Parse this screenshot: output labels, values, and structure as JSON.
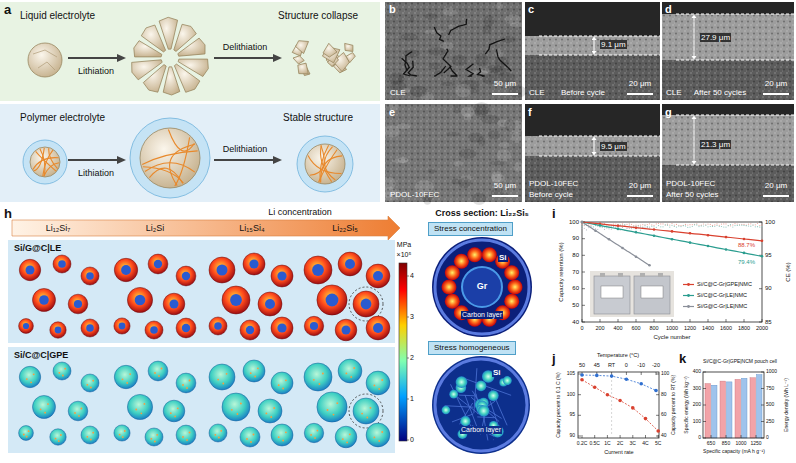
{
  "diagram": {
    "nodes": [
      {
        "text": [
          "Liquid electrolyte",
          "Lithiation",
          "Delithiation",
          "Structure collapse"
        ]
      },
      {
        "text": [
          "Polymer electrolyte",
          "Lithiation",
          "Delithiation",
          "Stable structure"
        ]
      },
      {
        "text": [
          "Si/G@C|LE"
        ]
      },
      {
        "text": [
          "Si/C@C|GPE"
        ]
      },
      {
        "text": [
          "Stress concentration"
        ]
      },
      {
        "text": [
          "Si",
          "Gr",
          "Carbon layer"
        ]
      },
      {
        "text": [
          "Stress homogeneous"
        ]
      },
      {
        "text": [
          "Si",
          "Carbon layer"
        ]
      }
    ],
    "labels": [
      "a",
      "b",
      "c",
      "d",
      "e",
      "f",
      "g",
      "CLE",
      "50 μm",
      "9.1 μm",
      "CLE",
      "Before cycle",
      "20 μm",
      "27.9 μm",
      "CLE",
      "After 50 cycles",
      "20 μm",
      "PDOL-10FEC",
      "50 μm",
      "9.5 μm",
      "PDOL-10FEC",
      "Before cycle",
      "20 μm",
      "21.3 μm",
      "PDOL-10FEC",
      "After 50 cycles",
      "20 μm",
      "h",
      "Li concentration",
      "Li₁₂Si₇",
      "Li₂Si",
      "Li₁₅Si₄",
      "Li₂₂Si₅",
      "Cross section: Li₂₂Si₅",
      "MPa",
      "×10⁵",
      "4",
      "3",
      "2",
      "1",
      "0",
      "i",
      "100",
      "90",
      "80",
      "70",
      "60",
      "50",
      "40",
      "Capacity retention (%)",
      "0",
      "200",
      "400",
      "600",
      "800",
      "1000",
      "1200",
      "1400",
      "1600",
      "1800",
      "2000",
      "Cycle number",
      "100",
      "95",
      "90",
      "85",
      "CE (%)",
      "88.7%",
      "79.4%",
      "j",
      "Temperature (°C)",
      "50",
      "45",
      "RT",
      "0",
      "-10",
      "-20",
      "0.2C",
      "0.5C",
      "1C",
      "2C",
      "3C",
      "4C",
      "5C",
      "Current rate",
      "105",
      "100",
      "95",
      "90",
      "Capacity percent to 0.1 C (%)",
      "100",
      "80",
      "60",
      "40",
      "Capacity percent to RT (%)",
      "k",
      "Si/C@C-Gr|GPE|NCM pouch cell",
      "0",
      "100",
      "200",
      "300",
      "400",
      "Specific energy (Wh kg⁻¹)",
      "0",
      "250",
      "500",
      "750",
      "1000",
      "Energy density (Wh L⁻¹)",
      "650",
      "850",
      "1000",
      "1250",
      "Specific capacity (mA h g⁻¹)"
    ],
    "legend": [
      {
        "text": "Si/C@C-Gr|GPE|NMC"
      },
      {
        "text": "Si/C@C-Gr|LE|NMC"
      },
      {
        "text": "Si/G@C-Gr|LE|NMC"
      }
    ]
  }
}
